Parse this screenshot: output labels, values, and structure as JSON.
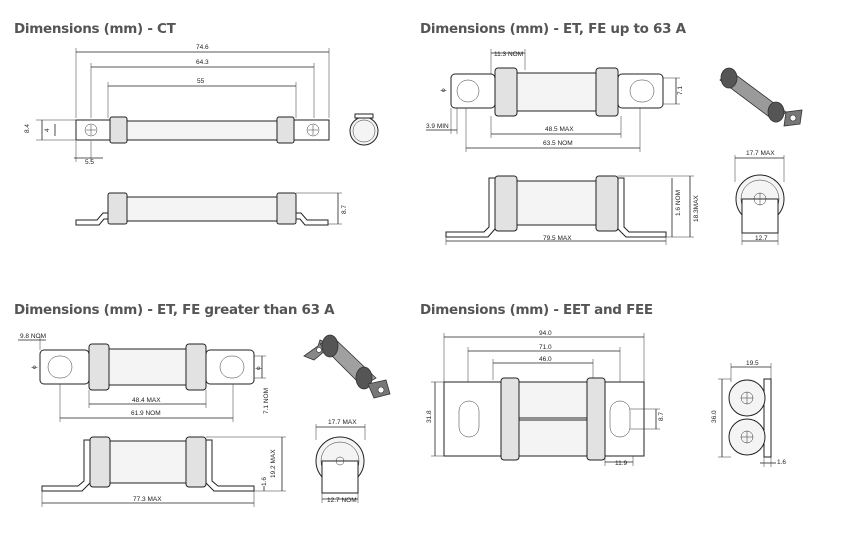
{
  "sections": [
    {
      "title": "Dimensions (mm) - CT"
    },
    {
      "title": "Dimensions (mm) - ET, FE up to 63 A"
    },
    {
      "title": "Dimensions (mm) - ET, FE greater than 63 A"
    },
    {
      "title": "Dimensions (mm) - EET and FEE"
    }
  ],
  "ct": {
    "d1": "74.6",
    "d2": "64.3",
    "d3": "55",
    "d4": "8.4",
    "d5": "4",
    "d6": "5.5",
    "d7": "8.7"
  },
  "et_small": {
    "d1": "11.3 NOM",
    "d2": "7.1",
    "d3": "3.9 MIN",
    "d4": "48.5 MAX",
    "d5": "63.5 NOM",
    "d6": "79.5 MAX",
    "d7": "1.6 NOM",
    "d8": "18.3MAX",
    "d9": "17.7 MAX",
    "d10": "12.7",
    "phi": "ϕ"
  },
  "et_large": {
    "d1": "9.8 NOM",
    "d2": "48.4 MAX",
    "d3": "61.9 NOM",
    "d4": "7.1 NOM",
    "d5": "77.3 MAX",
    "d6": "1.6",
    "d7": "19.2 MAX",
    "d8": "17.7 MAX",
    "d9": "12.7 NOM",
    "phi": "ϕ"
  },
  "eet": {
    "d1": "94.0",
    "d2": "71.0",
    "d3": "46.0",
    "d4": "31.8",
    "d5": "8.7",
    "d6": "11.9",
    "d7": "19.5",
    "d8": "36.0",
    "d9": "1.6"
  }
}
